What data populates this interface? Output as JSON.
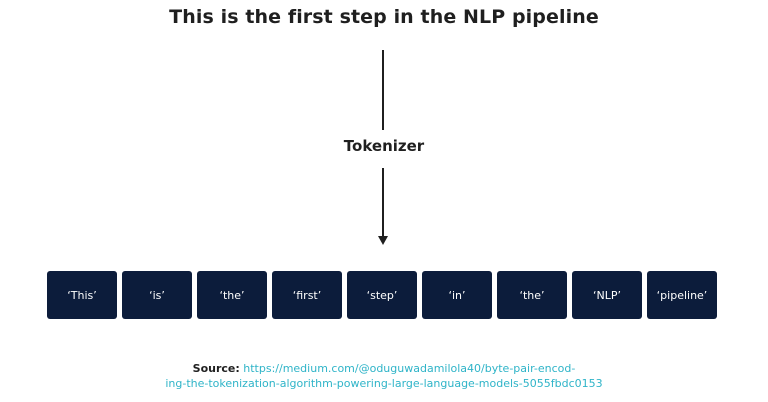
{
  "title": "This is the first step in the NLP pipeline",
  "process_label": "Tokenizer",
  "tokens": [
    "‘This’",
    "‘is’",
    "‘the’",
    "‘first’",
    "‘step’",
    "‘in’",
    "‘the’",
    "‘NLP’",
    "‘pipeline’"
  ],
  "source": {
    "label": "Source:",
    "url_line1": "https://medium.com/@oduguwadamilola40/byte-pair-encod-",
    "url_line2": "ing-the-tokenization-algorithm-powering-large-language-models-5055fbdc0153"
  }
}
